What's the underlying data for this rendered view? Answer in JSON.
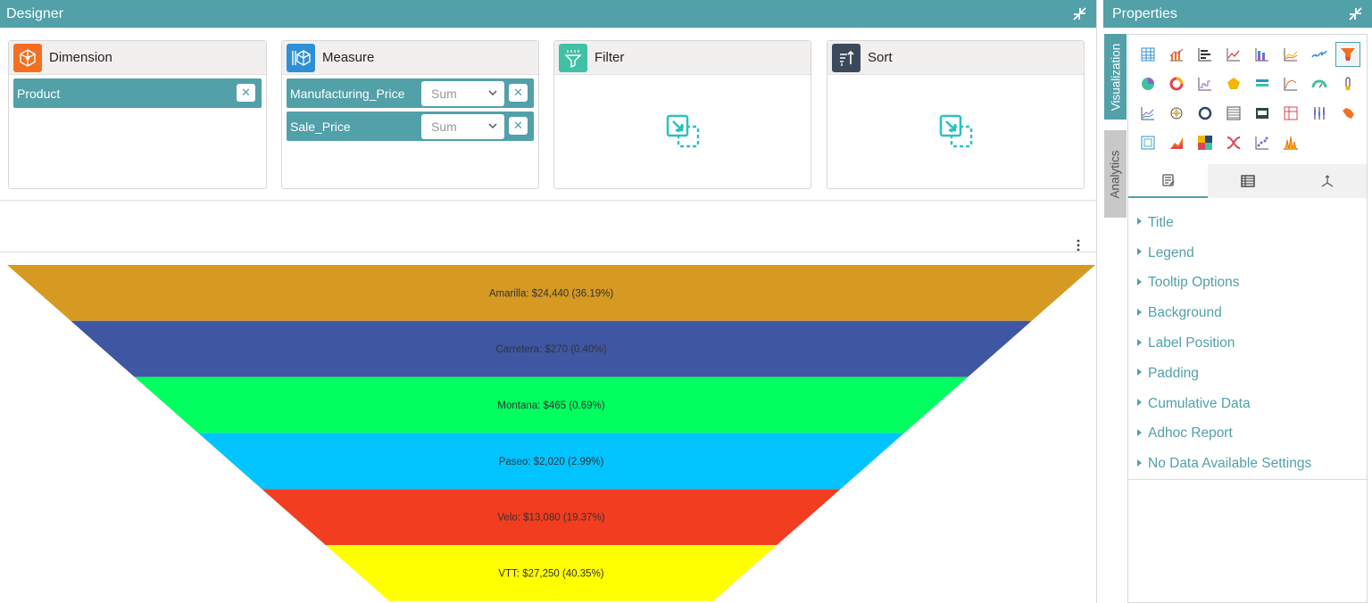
{
  "designer": {
    "title": "Designer",
    "shelves": {
      "dimension": {
        "title": "Dimension",
        "fields": [
          {
            "name": "Product"
          }
        ]
      },
      "measure": {
        "title": "Measure",
        "fields": [
          {
            "name": "Manufacturing_Price",
            "aggregation": "Sum"
          },
          {
            "name": "Sale_Price",
            "aggregation": "Sum"
          }
        ]
      },
      "filter": {
        "title": "Filter"
      },
      "sort": {
        "title": "Sort"
      }
    }
  },
  "properties": {
    "title": "Properties",
    "side_tabs": [
      "Visualization",
      "Analytics"
    ],
    "chart_type_icons": [
      "grid-chart-icon",
      "combo-chart-icon",
      "bar-chart-icon",
      "line-chart-icon",
      "stacked-bar-chart-icon",
      "area-line-chart-icon",
      "spline-chart-icon",
      "funnel-chart-icon",
      "pie-chart-icon",
      "donut-chart-icon",
      "step-line-chart-icon",
      "polar-chart-icon",
      "stacked-column-chart-icon",
      "curve-chart-icon",
      "gauge-chart-icon",
      "thermometer-chart-icon",
      "multi-line-chart-icon",
      "radar-chart-icon",
      "ring-chart-icon",
      "table-chart-icon",
      "card-chart-icon",
      "pivot-chart-icon",
      "candlestick-chart-icon",
      "map-chart-icon",
      "pivot-grid-icon",
      "stacked-area-chart-icon",
      "heatmap-chart-icon",
      "sankey-chart-icon",
      "scatter-chart-icon",
      "histogram-chart-icon"
    ],
    "selected_chart_icon": "funnel-chart-icon",
    "sub_tabs": [
      "general-properties-icon",
      "column-properties-icon",
      "axis-properties-icon"
    ],
    "items": [
      "Title",
      "Legend",
      "Tooltip Options",
      "Background",
      "Label Position",
      "Padding",
      "Cumulative Data",
      "Adhoc Report",
      "No Data Available Settings"
    ]
  },
  "chart_data": {
    "type": "funnel",
    "categories": [
      "Amarilla",
      "Carretera",
      "Montana",
      "Paseo",
      "Velo",
      "VTT"
    ],
    "labels": [
      "Amarilla: $24,440 (36.19%)",
      "Carretera: $270 (0.40%)",
      "Montana: $465 (0.69%)",
      "Paseo: $2,020 (2.99%)",
      "Velo: $13,080 (19.37%)",
      "VTT: $27,250 (40.35%)"
    ],
    "values": [
      24440,
      270,
      465,
      2020,
      13080,
      27250
    ],
    "percentages": [
      36.19,
      0.4,
      0.69,
      2.99,
      19.37,
      40.35
    ],
    "colors": [
      "#d69a22",
      "#3f56a3",
      "#00ff5f",
      "#00c3ff",
      "#f23d21",
      "#ffff00"
    ]
  }
}
